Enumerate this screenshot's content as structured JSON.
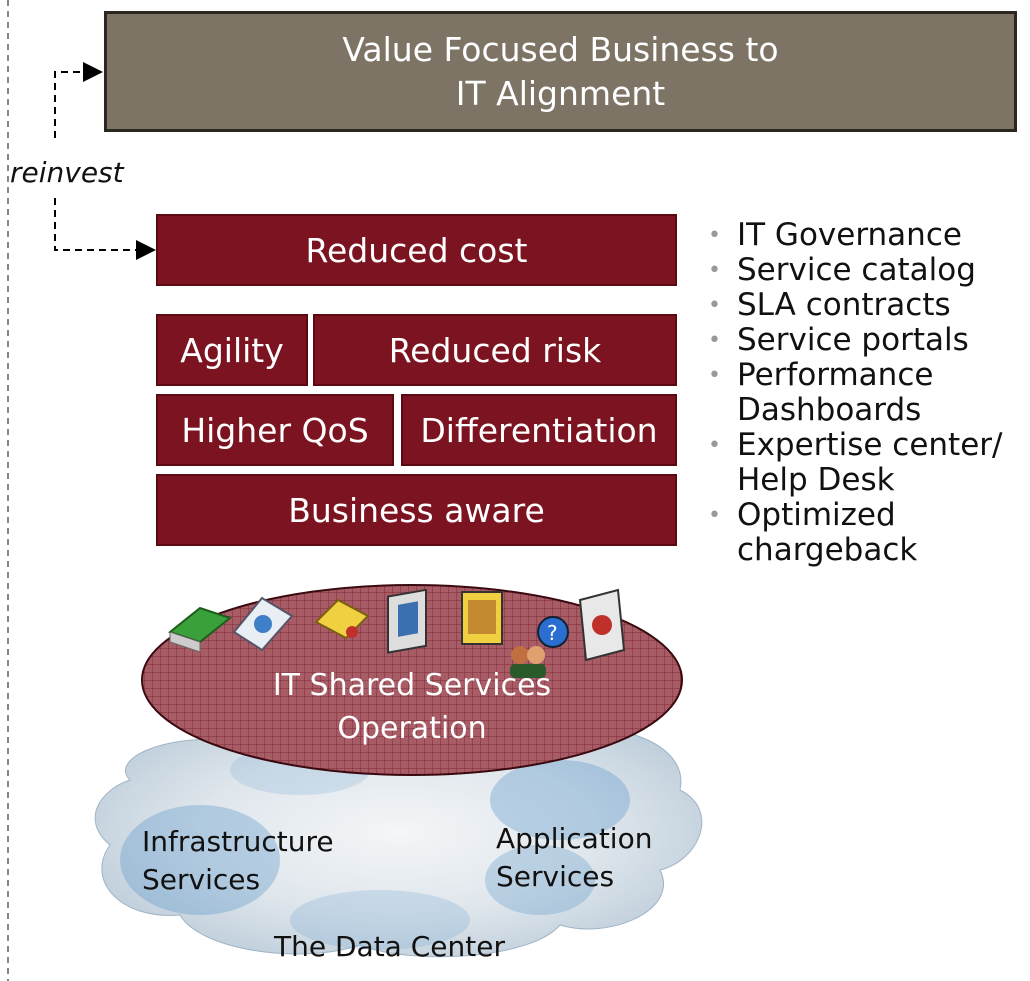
{
  "top_box": {
    "line1": "Value Focused Business to",
    "line2": "IT Alignment"
  },
  "reinvest_label": "reinvest",
  "blocks": {
    "reduced_cost": "Reduced cost",
    "agility": "Agility",
    "reduced_risk": "Reduced risk",
    "higher_qos": "Higher QoS",
    "differentiation": "Differentiation",
    "business_aware": "Business aware"
  },
  "bullets": [
    "IT Governance",
    "Service catalog",
    "SLA contracts",
    "Service portals",
    "Performance\nDashboards",
    "Expertise center/\nHelp Desk",
    "Optimized\nchargeback"
  ],
  "ellipse_label": "IT Shared Services\nOperation",
  "cloud": {
    "infrastructure": "Infrastructure\nServices",
    "application": "Application\nServices",
    "data_center": "The Data Center"
  },
  "colors": {
    "maroon": "#7b1420",
    "olive": "#7d7466",
    "cloud_blue": "#4a8cc0"
  }
}
